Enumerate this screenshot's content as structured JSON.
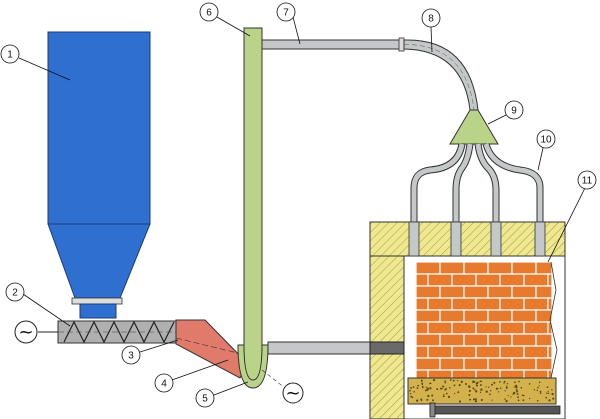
{
  "callouts": [
    {
      "id": "c1",
      "label": "1"
    },
    {
      "id": "c2",
      "label": "2"
    },
    {
      "id": "c3",
      "label": "3"
    },
    {
      "id": "c4",
      "label": "4"
    },
    {
      "id": "c5",
      "label": "5"
    },
    {
      "id": "c6",
      "label": "6"
    },
    {
      "id": "c7",
      "label": "7"
    },
    {
      "id": "c8",
      "label": "8"
    },
    {
      "id": "c9",
      "label": "9"
    },
    {
      "id": "c10",
      "label": "10"
    },
    {
      "id": "c11",
      "label": "11"
    }
  ],
  "motor_symbol": "~",
  "colors": {
    "hopper": "#2f6fd0",
    "riser": "#b9d489",
    "pipe": "#c4c8c8",
    "furnace_wall": "#efe88e",
    "brick": "#e77a2d",
    "bed": "#d3b24e",
    "screw": "#b0b0b0",
    "nozzle": "#e07a6a",
    "floor_pipe": "#555555"
  }
}
